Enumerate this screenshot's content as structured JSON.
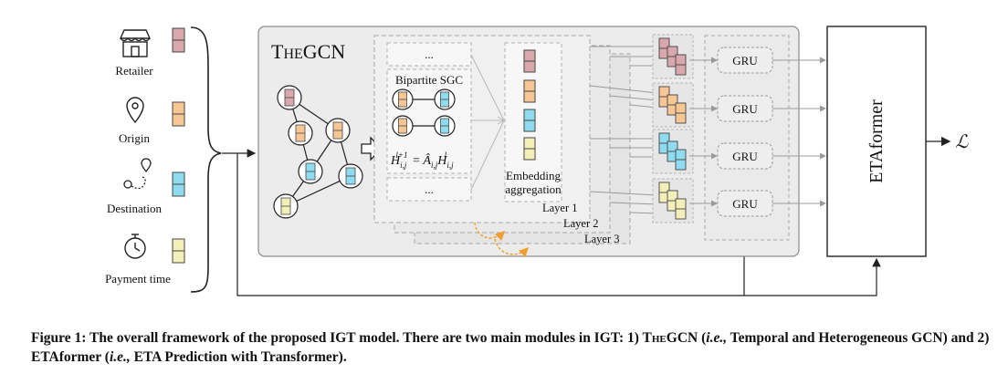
{
  "inputs": [
    {
      "label": "Retailer",
      "icon": "storefront-icon",
      "color": "#d9a7ae"
    },
    {
      "label": "Origin",
      "icon": "location-pin-icon",
      "color": "#f6c795"
    },
    {
      "label": "Destination",
      "icon": "route-icon",
      "color": "#8fdcf0"
    },
    {
      "label": "Payment time",
      "icon": "stopwatch-icon",
      "color": "#f2f0b8"
    }
  ],
  "thegcn": {
    "title_first": "T",
    "title_small_caps": "he",
    "title_rest": "GCN",
    "ellipsis_top": "...",
    "ellipsis_bottom": "...",
    "bipartite": "Bipartite SGC",
    "embedding": "Embedding",
    "aggregation": "aggregation",
    "layers": [
      "Layer 1",
      "Layer 2",
      "Layer 3"
    ]
  },
  "gru_label": "GRU",
  "etaformer": "ETAformer",
  "loss_symbol": "ℒ",
  "caption": {
    "prefix": "Figure 1: The overall framework of the proposed IGT model. There are two main modules in IGT: 1) ",
    "thegcn_first": "T",
    "thegcn_sc": "he",
    "thegcn_rest": "GCN",
    "part2": " (",
    "ie1": "i.e.,",
    "part3": " Temporal and Heterogeneous GCN) and 2) ETAformer (",
    "ie2": "i.e.,",
    "part4": " ETA Prediction with Transformer)."
  }
}
